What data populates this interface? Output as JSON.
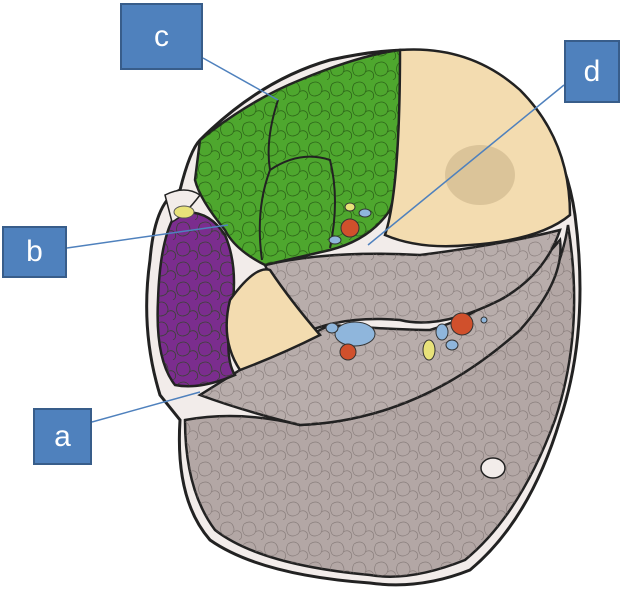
{
  "labels": {
    "a": "a",
    "b": "b",
    "c": "c",
    "d": "d"
  },
  "colors": {
    "label_box": "#4f81bd",
    "label_border": "#385d8a",
    "pointer_line": "#4f81bd",
    "green_muscle": "#4ea72e",
    "purple_muscle": "#7b2d8e",
    "bone": "#f3dcb0",
    "grey_muscle": "#b3a7a5",
    "artery": "#d0502c",
    "vein": "#8fb6dc",
    "nerve": "#e8e27a"
  }
}
